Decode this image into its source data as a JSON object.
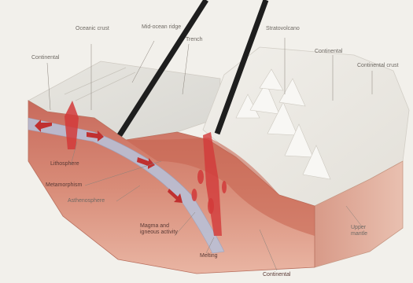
{
  "figure": {
    "labels": {
      "continental_crust_left": "Continental",
      "oceanic_crust": "Oceanic crust",
      "mid_ocean_ridge": "Mid-ocean ridge",
      "trench": "Trench",
      "stratovolcano": "Stratovolcano",
      "continental": "Continental",
      "continental_crust": "Continental crust",
      "lithosphere": "Lithosphere",
      "metamorphism": "Metamorphism",
      "asthenosphere": "Asthenosphere",
      "magma": "Magma and igneous activity",
      "upper_mantle": "Upper mantle",
      "melting": "Melting",
      "continental_2": "Continental"
    }
  },
  "colors": {
    "crust_surface": "#ece9e2",
    "mantle": "#d98a78",
    "ocean_plate": "#b9c0d6",
    "magma": "#d23a3a",
    "rods": "#1e1e1e"
  }
}
